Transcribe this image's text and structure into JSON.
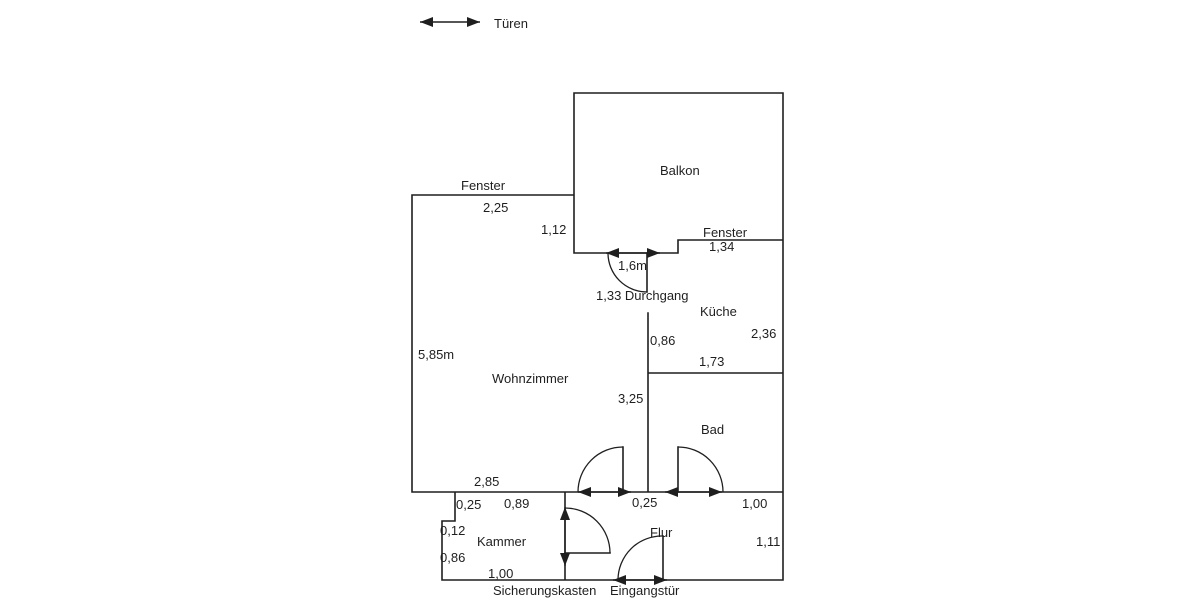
{
  "legend": {
    "doors_label": "Türen"
  },
  "rooms": {
    "balkon": "Balkon",
    "wohnzimmer": "Wohnzimmer",
    "kueche": "Küche",
    "bad": "Bad",
    "kammer": "Kammer",
    "flur": "Flur"
  },
  "features": {
    "fenster_left_label": "Fenster",
    "fenster_left_size": "2,25",
    "fenster_kueche_label": "Fenster",
    "fenster_kueche_size": "1,34",
    "balcony_door_width": "1,6m",
    "durchgang_label": "1,33 Durchgang",
    "eingangstuer_label": "Eingangstür",
    "sicherungskasten_label": "Sicherungskasten"
  },
  "dimensions": {
    "wohnzimmer_left_height": "5,85m",
    "balkon_wall_offset": "1,12",
    "wohnzimmer_bottom_width": "2,85",
    "kueche_height": "2,36",
    "kueche_wall_segment": "0,86",
    "kueche_bottom_width": "1,73",
    "bad_wall_length": "3,25",
    "bad_door_to_wall": "1,00",
    "door_gap": "0,25",
    "kammer_step_down": "0,25",
    "kammer_step_left": "0,12",
    "kammer_left_height": "0,86",
    "kammer_top_width": "0,89",
    "kammer_bottom_width": "1,00",
    "flur_right_height": "1,11"
  },
  "colors": {
    "line": "#1f1f1f",
    "text": "#1f1f1f",
    "background": "#ffffff"
  }
}
